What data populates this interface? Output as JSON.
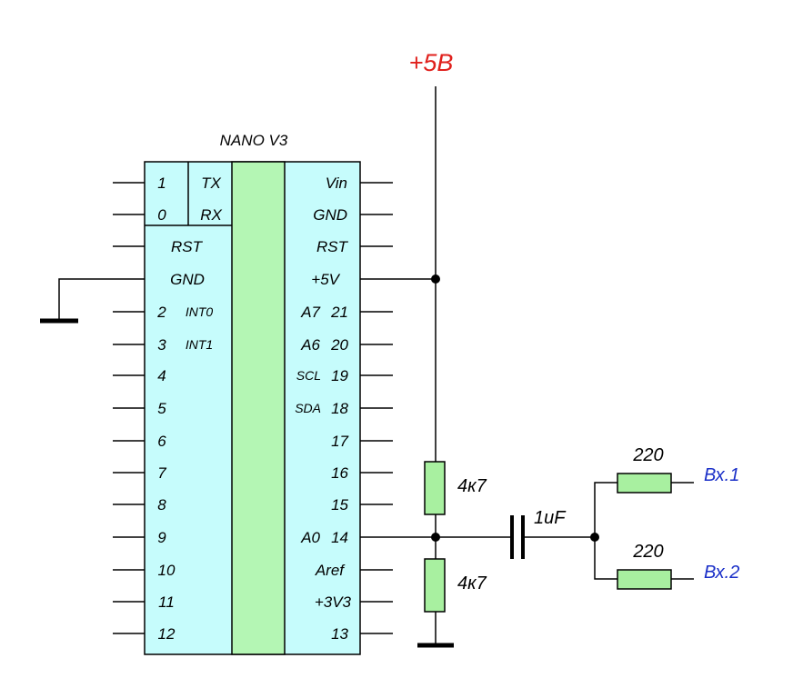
{
  "title": "NANO V3",
  "supply": "+5В",
  "left_pins": {
    "p1": "1",
    "tx": "TX",
    "p0": "0",
    "rx": "RX",
    "rst": "RST",
    "gnd": "GND",
    "p2": "2",
    "int0": "INT0",
    "p3": "3",
    "int1": "INT1",
    "p4": "4",
    "p5": "5",
    "p6": "6",
    "p7": "7",
    "p8": "8",
    "p9": "9",
    "p10": "10",
    "p11": "11",
    "p12": "12"
  },
  "right_pins": {
    "vin": "Vin",
    "gnd": "GND",
    "rst": "RST",
    "v5": "+5V",
    "a7": "A7",
    "n21": "21",
    "a6": "A6",
    "n20": "20",
    "scl": "SCL",
    "n19": "19",
    "sda": "SDA",
    "n18": "18",
    "n17": "17",
    "n16": "16",
    "n15": "15",
    "a0": "A0",
    "n14": "14",
    "aref": "Aref",
    "v33": "+3V3",
    "n13": "13"
  },
  "components": {
    "r_top": "4к7",
    "r_bottom": "4к7",
    "capacitor": "1uF",
    "r_in1": "220",
    "r_in2": "220",
    "input1": "Вх.1",
    "input2": "Вх.2"
  },
  "colors": {
    "chip_body": "#c6fcfc",
    "board_strip": "#b4f6b4",
    "resistor": "#a8f0a0",
    "supply_label": "#e0201c",
    "input_label": "#1a2fc8"
  }
}
